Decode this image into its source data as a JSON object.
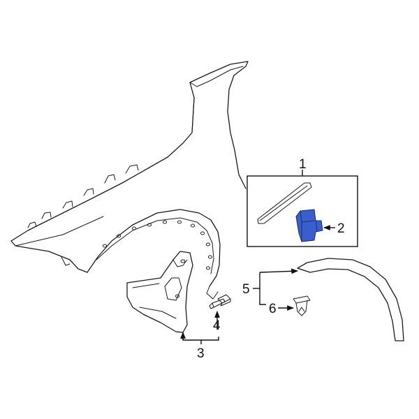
{
  "diagram": {
    "highlight_color": "#3a5fcd",
    "callouts": [
      {
        "id": "1",
        "label": "1"
      },
      {
        "id": "2",
        "label": "2"
      },
      {
        "id": "3",
        "label": "3"
      },
      {
        "id": "4",
        "label": "4"
      },
      {
        "id": "5",
        "label": "5"
      },
      {
        "id": "6",
        "label": "6"
      }
    ]
  }
}
